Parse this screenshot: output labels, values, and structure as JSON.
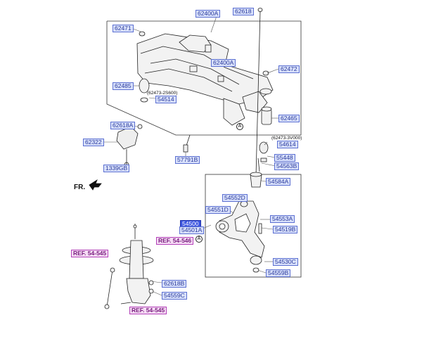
{
  "labels": {
    "l62400A_top": "62400A",
    "l62618_top": "62618",
    "l62471": "62471",
    "l62400A_mid": "62400A",
    "l62472": "62472",
    "l62485": "62485",
    "l54514_a": "54514",
    "l62465": "62465",
    "l62618A": "62618A",
    "l54614": "54614",
    "l62322": "62322",
    "l55448": "55448",
    "l57791B": "57791B",
    "l54563B": "54563B",
    "l1339GB": "1339GB",
    "l54584A": "54584A",
    "l54552D": "54552D",
    "l54551D": "54551D",
    "l54553A": "54553A",
    "l54500": "54500",
    "l54501A": "54501A",
    "l54519B": "54519B",
    "l54530C": "54530C",
    "l54559B": "54559B",
    "l62618B": "62618B",
    "l54559C": "54559C",
    "ref1": "REF. 54-545",
    "ref2": "REF. 54-546",
    "ref3": "REF. 54-545"
  },
  "notes": {
    "n1": "(62473-2S600)",
    "n2": "(62473-3V000)"
  },
  "callouts": {
    "a1": "A",
    "a2": "A"
  },
  "direction": "FR."
}
